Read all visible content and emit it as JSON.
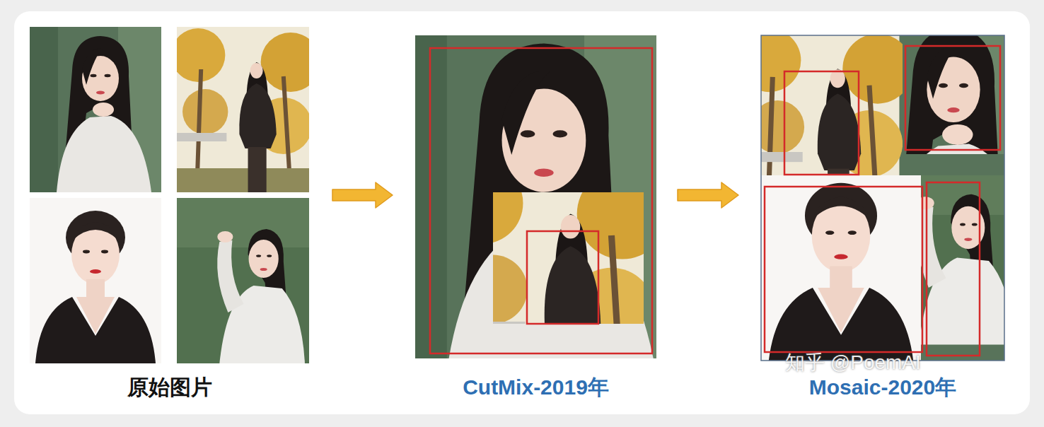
{
  "diagram": {
    "nodes": [
      {
        "text": [
          "原始图片"
        ]
      },
      {
        "text": [
          "CutMix-2019年"
        ]
      },
      {
        "text": [
          "Mosaic-2020年"
        ]
      }
    ],
    "edges": [
      {
        "from": 0,
        "to": 1,
        "arrow": "to"
      },
      {
        "from": 1,
        "to": 2,
        "arrow": "to"
      }
    ],
    "labels": [
      "知乎 @PoemAI"
    ]
  }
}
